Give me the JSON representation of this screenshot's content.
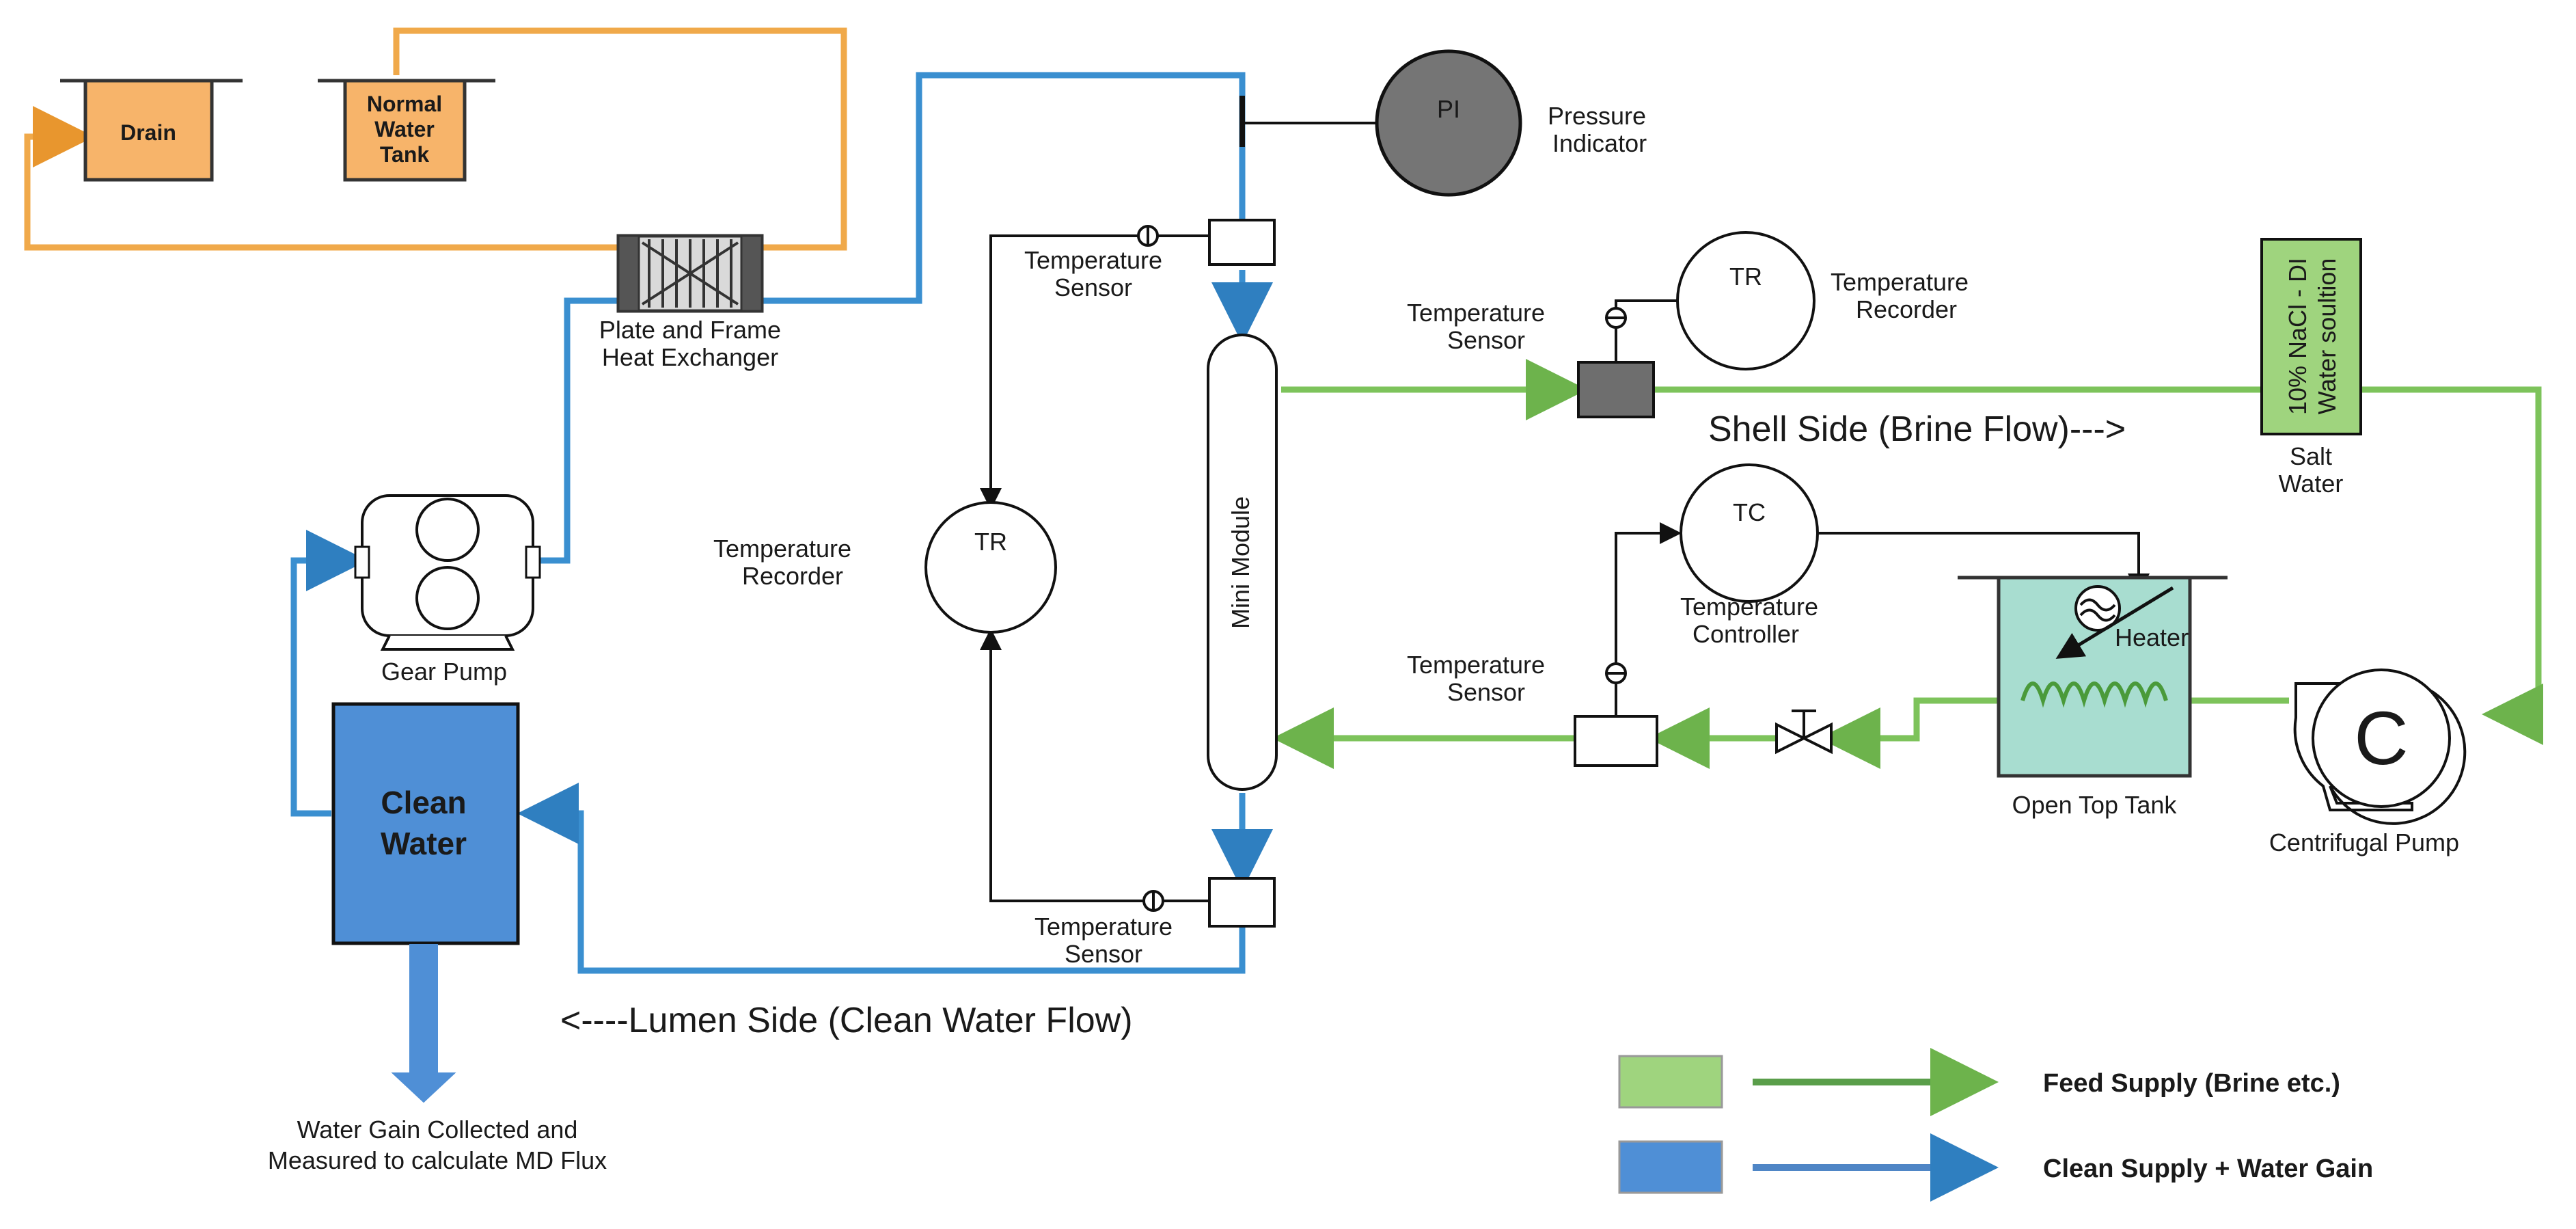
{
  "colors": {
    "feed": "#7dc35b",
    "feed_fill": "#9fd47e",
    "clean": "#3a8fd0",
    "clean_fill": "#4f8fd6",
    "cooling": "#f0a94a",
    "cooling_fill": "#f7b46a",
    "tank_water": "#a8ddd0",
    "pi_fill": "#757575"
  },
  "tanks": {
    "drain": "Drain",
    "normal_water": [
      "Normal",
      "Water",
      "Tank"
    ]
  },
  "heat_exchanger": [
    "Plate and Frame",
    "Heat Exchanger"
  ],
  "pressure_indicator": {
    "symbol": "PI",
    "label": [
      "Pressure",
      "Indicator"
    ]
  },
  "gear_pump": "Gear Pump",
  "clean_water": [
    "Clean",
    "Water"
  ],
  "water_gain": [
    "Water Gain Collected and",
    "Measured to calculate MD Flux"
  ],
  "temperature_sensor": [
    "Temperature",
    "Sensor"
  ],
  "temperature_recorder": {
    "symbol": "TR",
    "label": [
      "Temperature",
      "Recorder"
    ]
  },
  "temperature_controller": {
    "symbol": "TC",
    "label": [
      "Temperature",
      "Controller"
    ]
  },
  "mini_module": "Mini Module",
  "shell_side": "Shell Side (Brine Flow)--->",
  "lumen_side": "<----Lumen Side (Clean Water Flow)",
  "salt_water": {
    "tank_text": [
      "10% NaCl - DI",
      "Water soultion"
    ],
    "label": [
      "Salt",
      "Water"
    ]
  },
  "heater": "Heater",
  "open_top_tank": "Open Top Tank",
  "centrifugal_pump": "Centrifugal Pump",
  "legend": [
    {
      "label": "Feed Supply (Brine etc.)",
      "color": "#9fd47e",
      "arrow": "#5a9e4a"
    },
    {
      "label": "Clean Supply + Water Gain",
      "color": "#4f8fd6",
      "arrow": "#4f86c6"
    }
  ]
}
